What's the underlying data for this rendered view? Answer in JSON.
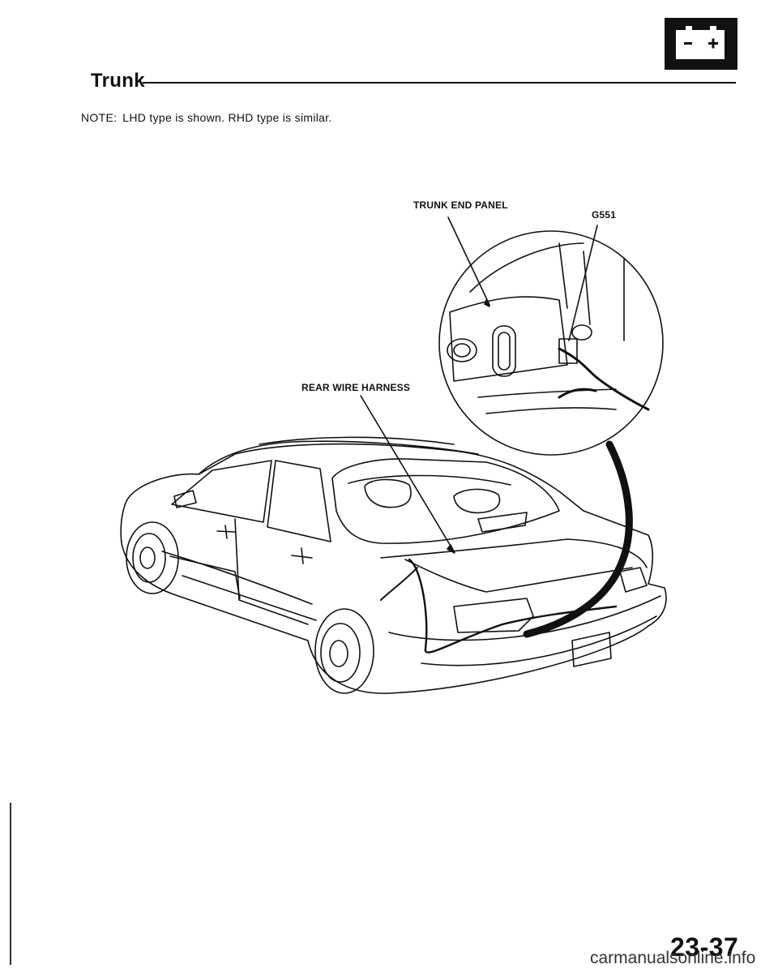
{
  "header": {
    "title": "Trunk",
    "note_key": "NOTE:",
    "note_text": "LHD type is shown. RHD type is similar."
  },
  "diagram": {
    "callouts": {
      "trunk_end_panel": "TRUNK END PANEL",
      "ground": "G551",
      "rear_wire_harness": "REAR WIRE HARNESS"
    },
    "icon": "battery-icon"
  },
  "footer": {
    "page_number": "23-37",
    "watermark": "carmanualsonline.info"
  }
}
